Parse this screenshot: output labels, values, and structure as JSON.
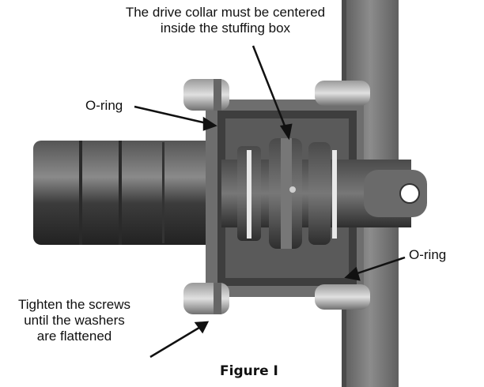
{
  "callouts": {
    "drive_collar": [
      "The drive collar must be centered",
      "inside the stuffing box"
    ],
    "oring_left": "O-ring",
    "oring_right": "O-ring",
    "screws": [
      "Tighten the screws",
      "until the washers",
      "are flattened"
    ]
  },
  "caption": "Figure I",
  "colors": {
    "metal_dark": "#3a3a3a",
    "metal_mid": "#6b6b6b",
    "metal_light": "#a8a8a8",
    "plate": "#7a7a7a"
  }
}
